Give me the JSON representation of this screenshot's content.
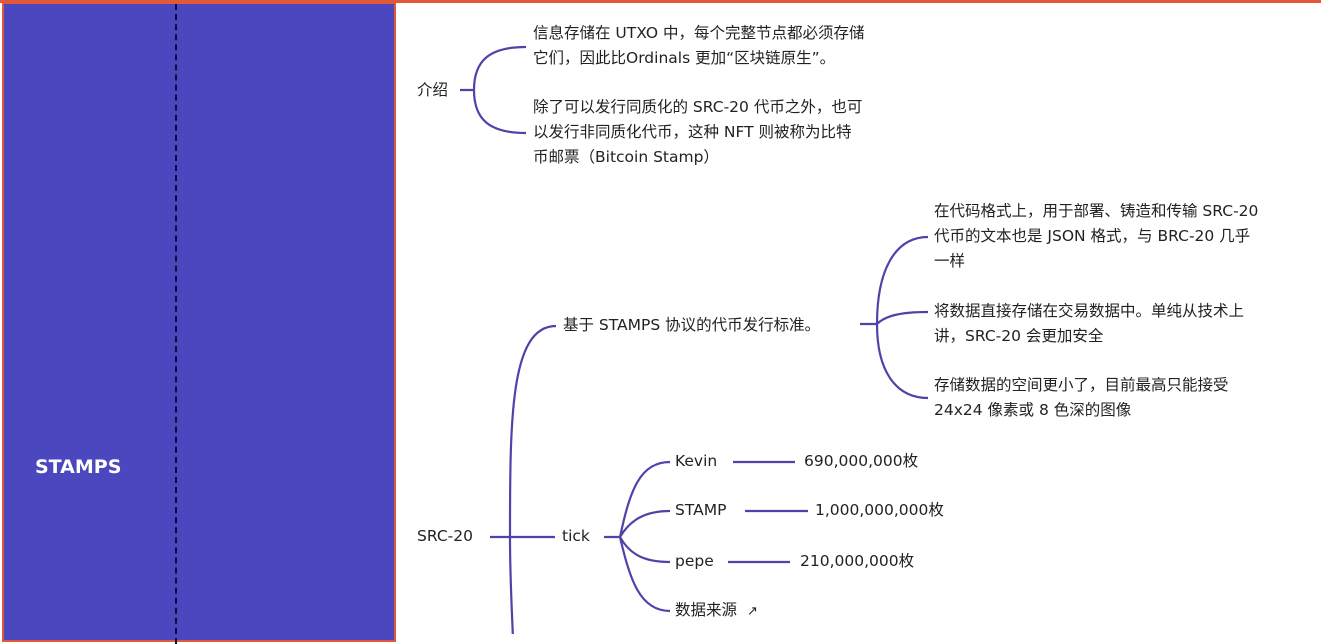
{
  "sidebar": {
    "label": "STAMPS"
  },
  "intro": {
    "label": "介绍",
    "notes": [
      [
        "信息存储在 UTXO 中，每个完整节点都必须存储",
        "它们，因此比Ordinals 更加“区块链原生”。"
      ],
      [
        "除了可以发行同质化的 SRC-20 代币之外，也可",
        "以发行非同质化代币，这种 NFT 则被称为比特",
        "币邮票（Bitcoin Stamp）"
      ]
    ]
  },
  "src20": {
    "label": "SRC-20",
    "standard": {
      "label": "基于 STAMPS 协议的代币发行标准。",
      "notes": [
        [
          "在代码格式上，用于部署、铸造和传输 SRC-20",
          "代币的文本也是 JSON 格式，与 BRC-20 几乎",
          "一样"
        ],
        [
          "将数据直接存储在交易数据中。单纯从技术上",
          "讲，SRC-20 会更加安全"
        ],
        [
          "存储数据的空间更小了，目前最高只能接受",
          "24x24 像素或 8 色深的图像"
        ]
      ]
    },
    "tick": {
      "label": "tick",
      "items": [
        {
          "name": "Kevin",
          "supply": "690,000,000枚"
        },
        {
          "name": "STAMP",
          "supply": "1,000,000,000枚"
        },
        {
          "name": "pepe",
          "supply": "210,000,000枚"
        }
      ],
      "source_link": "数据来源"
    }
  },
  "colors": {
    "line": "#4d43a8",
    "sidebar": "#4b48bf",
    "border": "#e0573a"
  }
}
